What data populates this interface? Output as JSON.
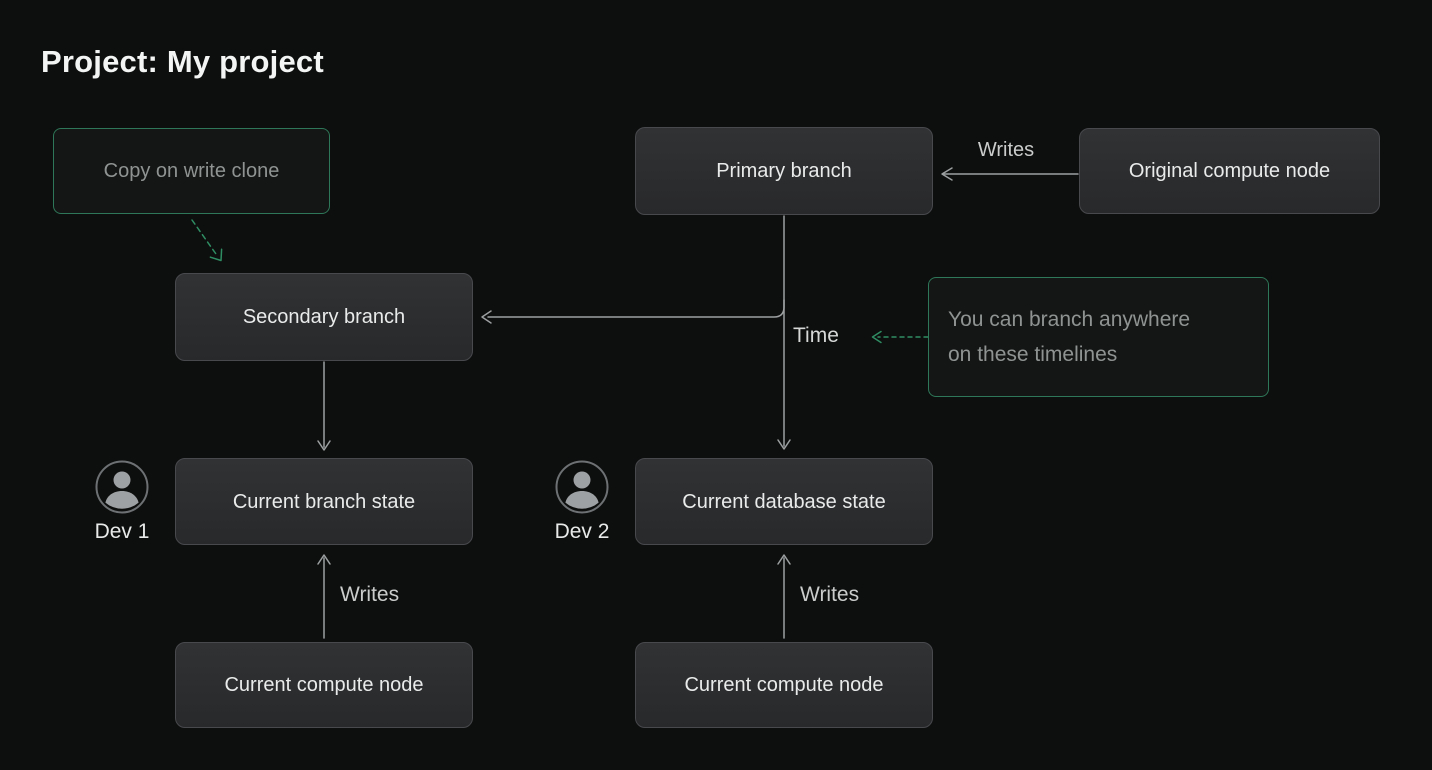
{
  "title": "Project: My project",
  "colors": {
    "background": "#0d0e0e",
    "node_fill": "#2b2d2f",
    "node_border": "#47494c",
    "node_text": "#e9ebeb",
    "annotation_border": "#2e7758",
    "annotation_text": "#8f9492",
    "arrow_gray": "#9da0a1",
    "arrow_green": "#2f8d63"
  },
  "nodes": {
    "copy_clone": {
      "label": "Copy on write clone"
    },
    "primary_branch": {
      "label": "Primary branch"
    },
    "original_compute": {
      "label": "Original compute node"
    },
    "secondary_branch": {
      "label": "Secondary branch"
    },
    "branch_note": {
      "line1": "You can branch anywhere",
      "line2": "on these timelines"
    },
    "current_branch_state": {
      "label": "Current branch state"
    },
    "current_database_state": {
      "label": "Current database state"
    },
    "compute_left": {
      "label": "Current compute node"
    },
    "compute_right": {
      "label": "Current compute node"
    }
  },
  "labels": {
    "writes_top": "Writes",
    "time": "Time",
    "writes_left": "Writes",
    "writes_right": "Writes",
    "dev1": "Dev 1",
    "dev2": "Dev 2"
  }
}
